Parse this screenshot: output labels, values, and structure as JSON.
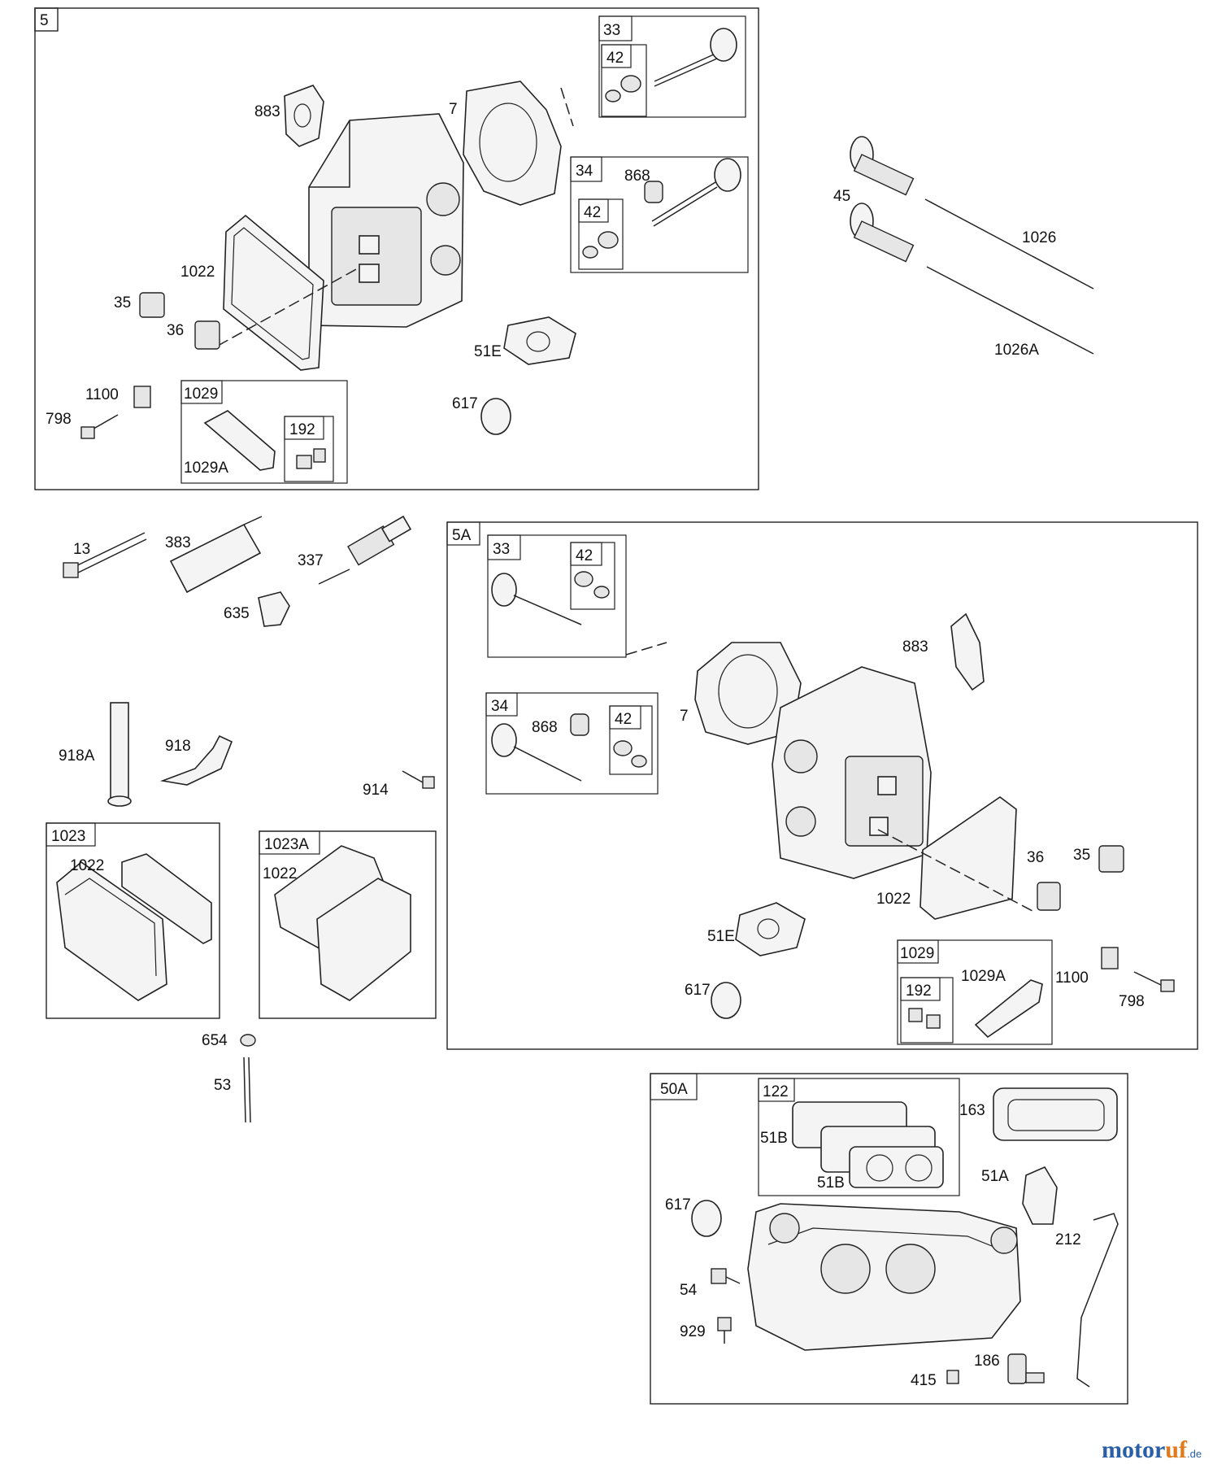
{
  "group_tags": {
    "g5": "5",
    "g5a": "5A",
    "g50a": "50A",
    "g5_33": "33",
    "g5_33_42": "42",
    "g5_34": "34",
    "g5_34_42": "42",
    "g5_1029": "1029",
    "g5_1029_192": "192",
    "g5a_33": "33",
    "g5a_33_42": "42",
    "g5a_34": "34",
    "g5a_34_42": "42",
    "g5a_1029": "1029",
    "g5a_1029_192": "192",
    "g1023": "1023",
    "g1023a": "1023A",
    "g122": "122"
  },
  "labels": {
    "g5": [
      "883",
      "7",
      "868",
      "1022",
      "35",
      "36",
      "51E",
      "617",
      "1100",
      "798",
      "1029A",
      "45",
      "1026",
      "1026A"
    ],
    "misc": [
      "13",
      "383",
      "337",
      "635",
      "918A",
      "918",
      "914",
      "1022",
      "1022",
      "654",
      "53"
    ],
    "g5a": [
      "883",
      "7",
      "868",
      "1022",
      "36",
      "35",
      "51E",
      "617",
      "1029A",
      "1100",
      "798"
    ],
    "g50a": [
      "163",
      "51B",
      "51B",
      "51A",
      "617",
      "212",
      "54",
      "929",
      "186",
      "415"
    ]
  },
  "watermark": {
    "brand_a": "motor",
    "brand_b": "uf",
    "suffix": ".de"
  }
}
